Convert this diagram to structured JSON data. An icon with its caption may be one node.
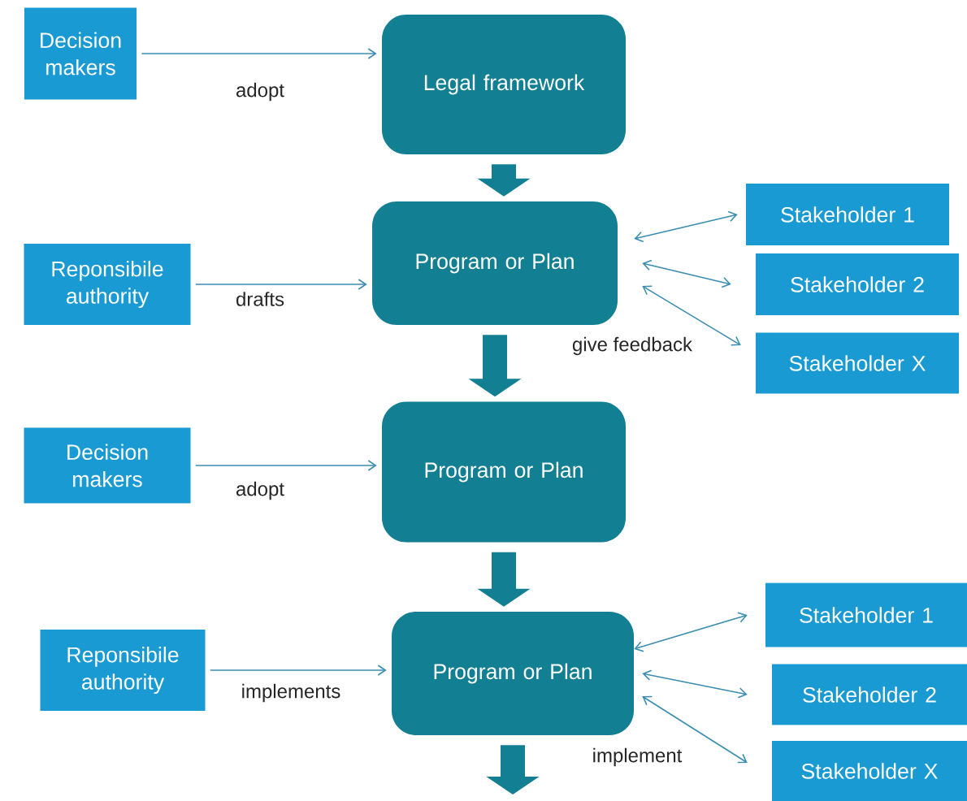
{
  "diagram": {
    "nodes": [
      {
        "text": [
          "Decision makers"
        ]
      },
      {
        "text": [
          "Legal framework"
        ]
      },
      {
        "text": [
          "Reponsibile authority"
        ]
      },
      {
        "text": [
          "Program or Plan"
        ]
      },
      {
        "text": [
          "Stakeholder 1"
        ]
      },
      {
        "text": [
          "Stakeholder 2"
        ]
      },
      {
        "text": [
          "Stakeholder X"
        ]
      },
      {
        "text": [
          "Decision makers"
        ]
      },
      {
        "text": [
          "Program or Plan"
        ]
      },
      {
        "text": [
          "Reponsibile authority"
        ]
      },
      {
        "text": [
          "Program or Plan"
        ]
      },
      {
        "text": [
          "Stakeholder 1"
        ]
      },
      {
        "text": [
          "Stakeholder 2"
        ]
      },
      {
        "text": [
          "Stakeholder X"
        ]
      }
    ],
    "edges": [
      {
        "from": 0,
        "to": 1,
        "arrow": "to",
        "label": "adopt"
      },
      {
        "from": 1,
        "to": 3,
        "arrow": "to",
        "style": "thick"
      },
      {
        "from": 2,
        "to": 3,
        "arrow": "to",
        "label": "drafts"
      },
      {
        "from": 3,
        "to": 4,
        "arrow": "both"
      },
      {
        "from": 3,
        "to": 5,
        "arrow": "both"
      },
      {
        "from": 3,
        "to": 6,
        "arrow": "both"
      },
      {
        "from": 3,
        "to": 8,
        "arrow": "to",
        "style": "thick"
      },
      {
        "from": 7,
        "to": 8,
        "arrow": "to",
        "label": "adopt"
      },
      {
        "from": 8,
        "to": 10,
        "arrow": "to",
        "style": "thick"
      },
      {
        "from": 9,
        "to": 10,
        "arrow": "to",
        "label": "implements"
      },
      {
        "from": 10,
        "to": 11,
        "arrow": "both"
      },
      {
        "from": 10,
        "to": 12,
        "arrow": "both"
      },
      {
        "from": 10,
        "to": 13,
        "arrow": "both"
      },
      {
        "from": 10,
        "to": null,
        "arrow": "to",
        "style": "thick"
      }
    ],
    "labels": [
      "give feedback",
      "implement"
    ]
  }
}
